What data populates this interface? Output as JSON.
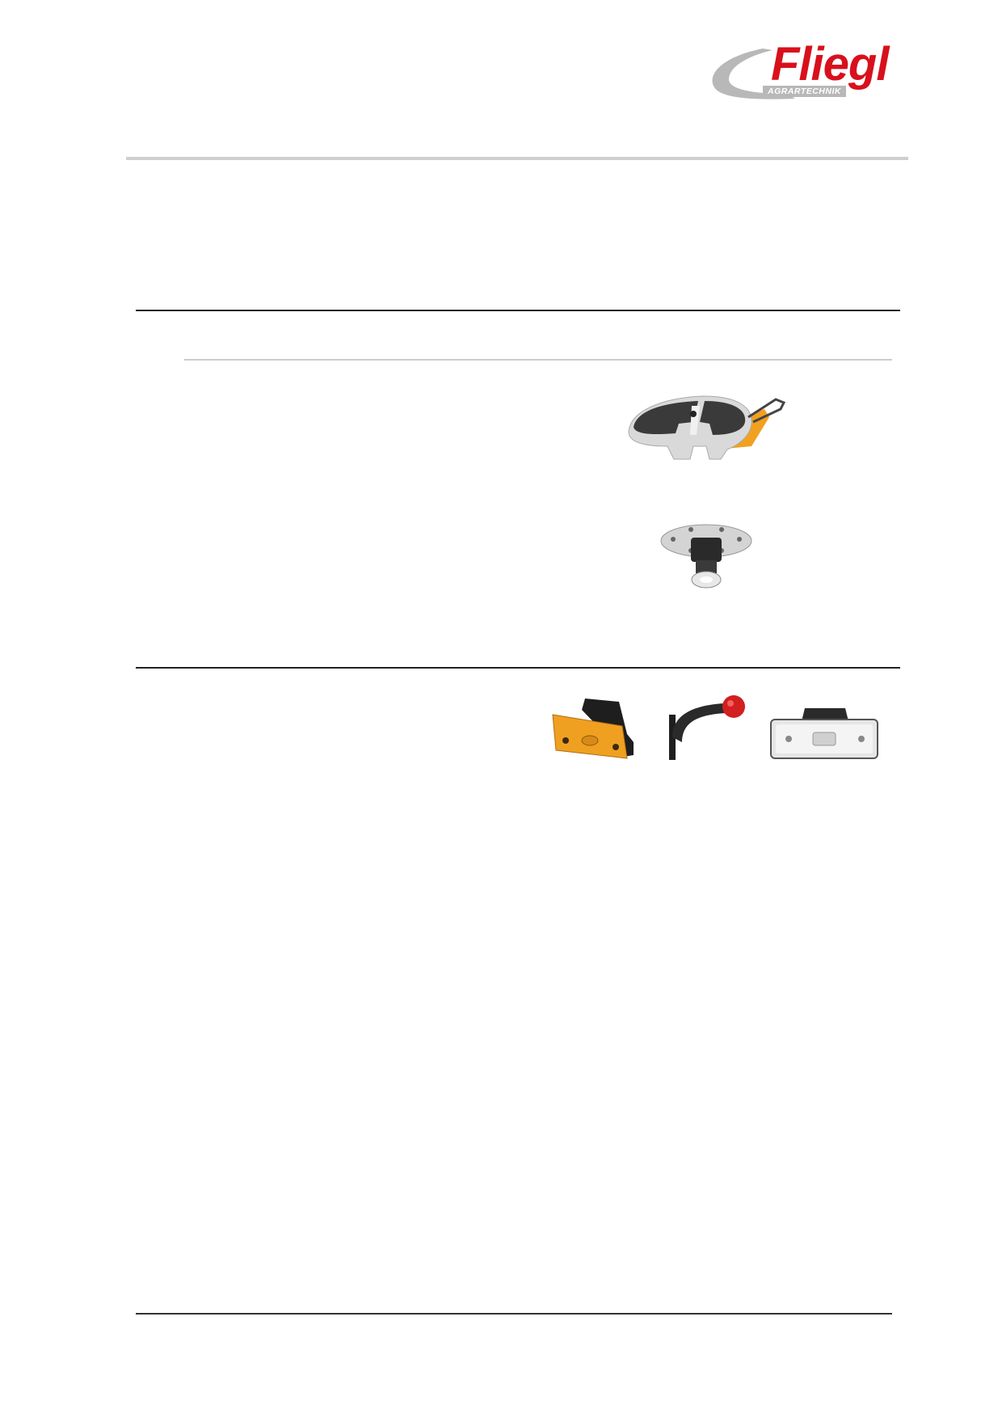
{
  "brand": {
    "name": "Fliegl",
    "tagline": "AGRARTECHNIK",
    "colors": {
      "red": "#d8101c",
      "grey": "#b8b8b8"
    }
  },
  "images": [
    {
      "name": "fifth-wheel-coupling",
      "icon": "fifth-wheel-icon"
    },
    {
      "name": "king-pin",
      "icon": "king-pin-icon"
    },
    {
      "name": "amber-side-marker-lamp",
      "icon": "amber-marker-lamp-icon"
    },
    {
      "name": "stalk-marker-lamp",
      "icon": "stalk-marker-lamp-icon"
    },
    {
      "name": "white-marker-lamp",
      "icon": "white-marker-lamp-icon"
    }
  ]
}
